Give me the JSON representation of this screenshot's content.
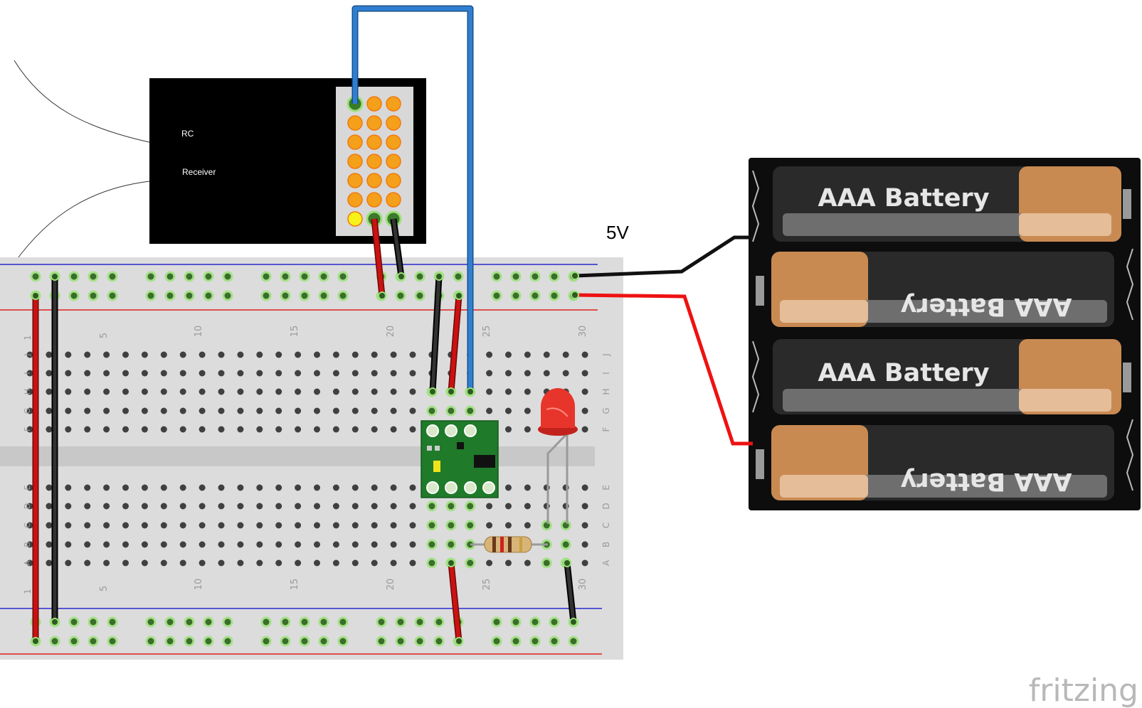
{
  "receiver": {
    "label_line1": "RC",
    "label_line2": "Receiver"
  },
  "power": {
    "voltage_label": "5V"
  },
  "battery_pack": {
    "cell_label": "AAA Battery",
    "cell_count": 4
  },
  "breadboard": {
    "column_numbers": [
      "1",
      "5",
      "10",
      "15",
      "20",
      "25",
      "30"
    ],
    "top_row_letters": [
      "J",
      "I",
      "H",
      "G",
      "F"
    ],
    "bottom_row_letters": [
      "E",
      "D",
      "C",
      "B",
      "A"
    ]
  },
  "watermark": {
    "text": "fritzing"
  },
  "colors": {
    "wire_red": "#cc1111",
    "wire_black": "#1a1a1a",
    "wire_blue": "#2f7fd0",
    "board": "#dcdcdc",
    "rail_blue": "#2a2ad0",
    "rail_red": "#e02020",
    "pcb_green": "#1f7a2a",
    "led_red": "#e8352b",
    "battery_copper": "#c98a52"
  }
}
